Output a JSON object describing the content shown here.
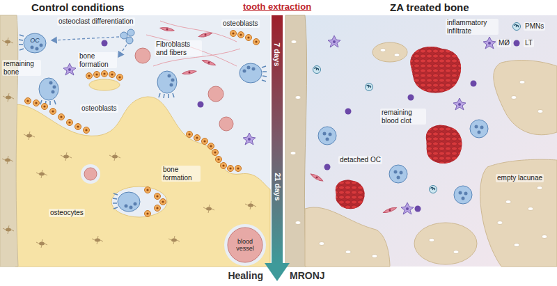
{
  "diagram": {
    "nodes": [
      {
        "text": [
          "Control conditions"
        ]
      },
      {
        "text": [
          "ZA treated bone"
        ]
      }
    ],
    "labels": [
      "tooth extraction",
      "7 days",
      "21 days",
      "Healing",
      "MRONJ",
      "osteoclast differentiation",
      "OC",
      "remaining bone",
      "bone formation",
      "Fibroblasts and fibers",
      "osteoblasts",
      "osteoblasts",
      "bone formation",
      "osteocytes",
      "blood vessel",
      "inflammatory infiltrate",
      "PMNs",
      "MØ",
      "LT",
      "remaining blood clot",
      "detached OC",
      "empty lacunae"
    ]
  }
}
